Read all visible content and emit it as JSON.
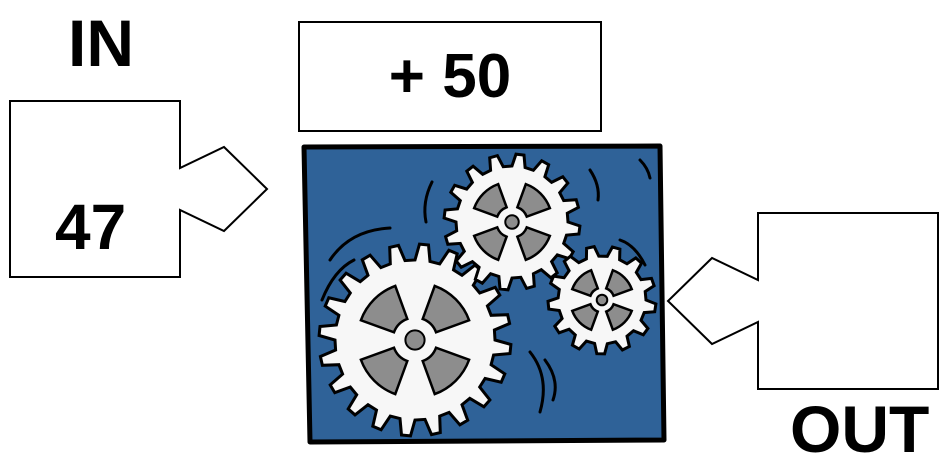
{
  "labels": {
    "in": "IN",
    "out": "OUT"
  },
  "machine": {
    "rule": "+ 50"
  },
  "input": {
    "value": "47"
  },
  "output": {
    "value": ""
  },
  "colors": {
    "panel": "#2f6298",
    "gear": "#f7f7f7",
    "gear_slot": "#8d8d8d",
    "stroke": "#000000"
  },
  "icons": {
    "machine": "gears-icon"
  }
}
